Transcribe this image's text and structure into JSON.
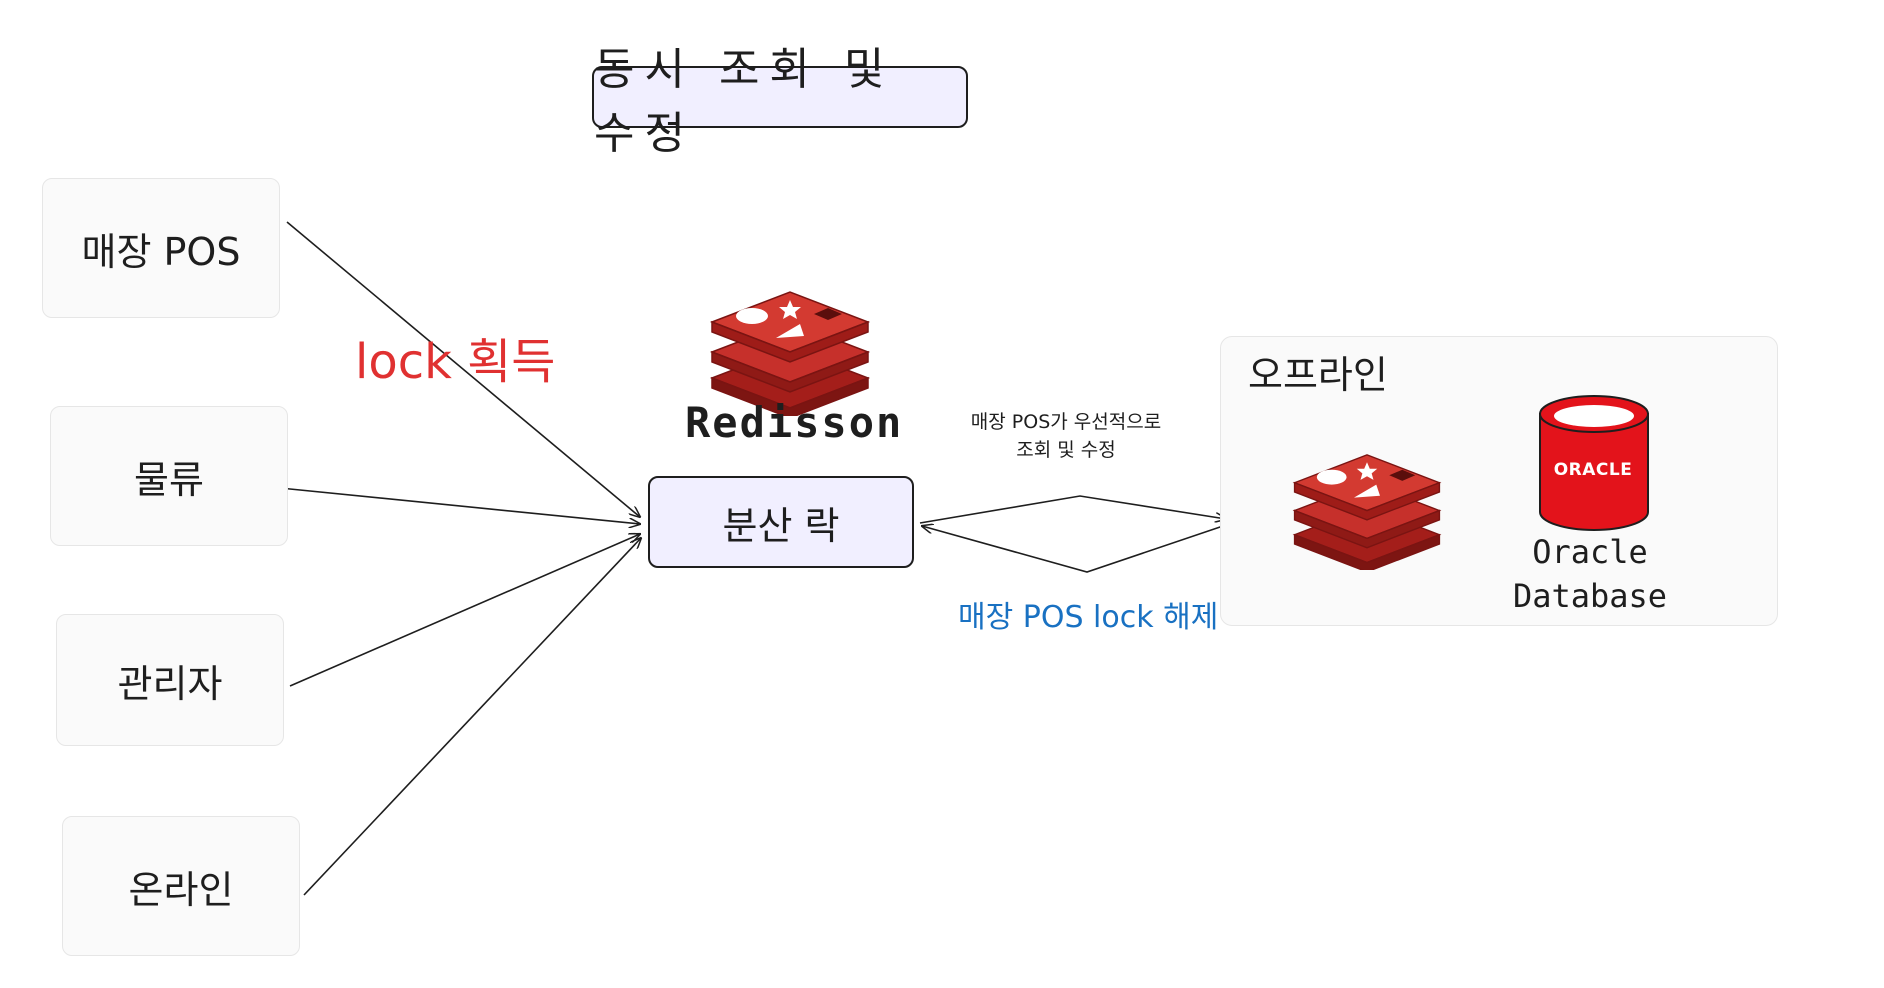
{
  "title": "동시 조회 및 수정",
  "sources": [
    "매장 POS",
    "물류",
    "관리자",
    "온라인"
  ],
  "lock_acquire_label": "lock 획득",
  "redisson_label": "Redisson",
  "lock_box_label": "분산 락",
  "priority_note": [
    "매장 POS가 우선적으로",
    "조회 및 수정"
  ],
  "release_label": "매장 POS lock 해제",
  "offline": {
    "title": "오프라인",
    "oracle_badge": "ORACLE",
    "oracle_label": [
      "Oracle",
      "Database"
    ]
  },
  "colors": {
    "redis_red": "#c6302b",
    "oracle_red": "#e3131b",
    "lock_label": "#e03131",
    "release_label": "#1971c2",
    "box_fill": "#f1efff"
  },
  "icons": [
    "redis-logo-icon",
    "oracle-cylinder-icon"
  ]
}
